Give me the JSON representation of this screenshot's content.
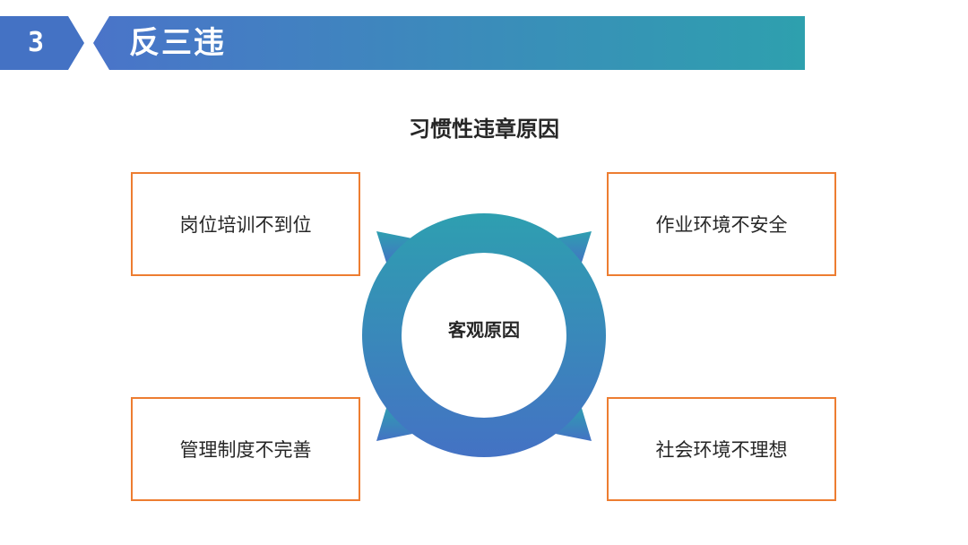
{
  "header": {
    "section_number": "3",
    "title": "反三违"
  },
  "subtitle": "习惯性违章原因",
  "center_label": "客观原因",
  "boxes": {
    "top_left": "岗位培训不到位",
    "top_right": "作业环境不安全",
    "bottom_left": "管理制度不完善",
    "bottom_right": "社会环境不理想"
  },
  "colors": {
    "accent_blue": "#4472c4",
    "accent_teal": "#2e9fb0",
    "box_border": "#ed7d31",
    "text_dark": "#262626"
  }
}
